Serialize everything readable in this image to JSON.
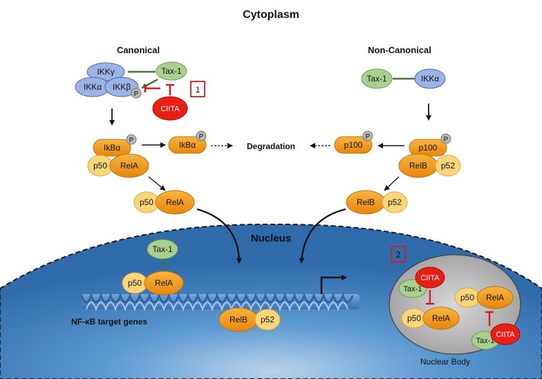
{
  "labels": {
    "cytoplasm": "Cytoplasm",
    "canonical": "Canonical",
    "non_canonical": "Non-Canonical",
    "degradation": "Degradation",
    "nucleus": "Nucleus",
    "target_genes": "NF-κB target genes",
    "nuclear_body": "Nuclear Body",
    "box1": "1",
    "box2": "2"
  },
  "molecules": {
    "ikk_gamma": "IKKγ",
    "ikk_alpha": "IKKα",
    "ikk_beta": "IKKβ",
    "tax1": "Tax-1",
    "ciita": "CIITA",
    "phospho": "P",
    "ikb_alpha": "IkBα",
    "p50": "p50",
    "rela": "RelA",
    "p100": "p100",
    "relb": "RelB",
    "p52": "p52"
  },
  "colors": {
    "ikk_fill": "#9bb4e3",
    "ikk_stroke": "#4a6ab0",
    "tax_fill": "#a9d08e",
    "tax_stroke": "#6a9a4a",
    "ciita_fill": "#e81f14",
    "orange": "#f4a020",
    "light_yellow": "#fcd67a",
    "phospho_fill": "#b8b8b8",
    "red_box": "#d61a1a",
    "nucleus_blue": "#3f82c6",
    "nuclear_body_gray": "#b9b9b9"
  }
}
